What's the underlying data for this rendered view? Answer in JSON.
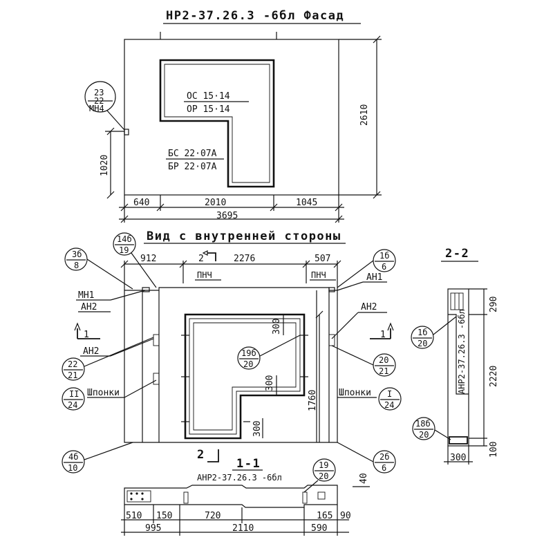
{
  "facade": {
    "title": "НР2-37.26.3 -6бл Фасад",
    "opening_top_1": "ОС 15·14",
    "opening_top_2": "ОР 15·14",
    "opening_bot_1": "БС 22·07А",
    "opening_bot_2": "БР 22·07А",
    "bubble_top": "23",
    "bubble_mid": "22",
    "bubble_bot": "МН4",
    "dim_height": "2610",
    "dim_left": "1020",
    "dim_640": "640",
    "dim_2010": "2010",
    "dim_1045": "1045",
    "dim_total": "3695"
  },
  "inner_view": {
    "title": "Вид с внутренней стороны",
    "dim_912": "912",
    "dim_2276": "2276",
    "dim_507": "507",
    "section_mark": "2",
    "pnch_left": "ПНЧ",
    "pnch_right": "ПНЧ",
    "an1": "АН1",
    "mn1": "МН1",
    "an2_left": "АН2",
    "an2_arrow": "АН2",
    "an2_right": "АН2",
    "section_left": "1",
    "shponki_left": "Шпонки",
    "shponki_right": "Шпонки",
    "dim_300a": "300",
    "dim_300b": "300",
    "dim_300c": "300",
    "dim_1760": "1760",
    "bubbles": {
      "b36_top": "3б",
      "b36_bot": "8",
      "b146_top": "14б",
      "b146_bot": "19",
      "b16_top": "1б",
      "b16_bot": "6",
      "b22_top": "22",
      "b22_bot": "21",
      "b196_top": "19б",
      "b196_bot": "20",
      "b20_top": "20",
      "b20_bot": "21",
      "b11_top": "II",
      "b11_bot": "24",
      "bI_top": "I",
      "bI_bot": "24",
      "b46_top": "4б",
      "b46_bot": "10",
      "b26_top": "2б",
      "b26_bot": "6"
    },
    "section_bottom": "2"
  },
  "section_11": {
    "title": "1-1",
    "mark": "АНР2-37.26.3 -6бл",
    "bubble_top": "19",
    "bubble_bot": "20",
    "dim_40": "40",
    "dim_510": "510",
    "dim_150": "150",
    "dim_720": "720",
    "dim_165": "165",
    "dim_90": "90",
    "dim_995": "995",
    "dim_2110": "2110",
    "dim_590": "590"
  },
  "section_22": {
    "title": "2-2",
    "mark": "АНР2-37.26.3 -6бл",
    "dim_290": "290",
    "dim_2220": "2220",
    "dim_100": "100",
    "dim_300": "300",
    "b16_top": "1б",
    "b16_bot": "20",
    "b186_top": "18б",
    "b186_bot": "20"
  }
}
